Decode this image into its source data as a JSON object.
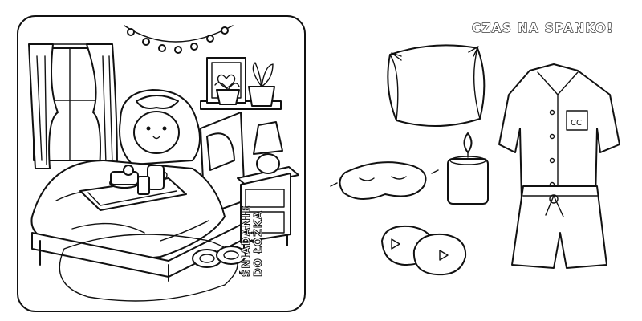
{
  "right_panel": {
    "title": "CZAS NA SPANKO!"
  },
  "left_panel": {
    "label_line1": "ŚNIADANIE",
    "label_line2": "DO ŁÓŻKA"
  }
}
